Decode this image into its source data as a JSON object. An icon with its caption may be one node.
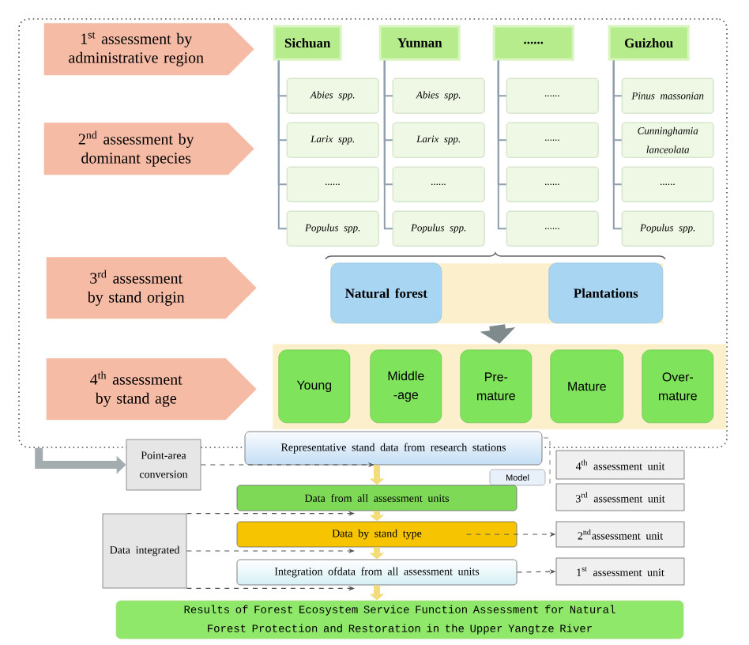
{
  "diagram": {
    "nodes": [
      {
        "text": [],
        "shape": "box"
      },
      {
        "text": [
          "1$^{st}$ assessment by administrative region"
        ],
        "in": 0
      },
      {
        "text": [
          "2$^{nd}$ assessment by dominant species"
        ],
        "in": 0
      },
      {
        "text": [
          "3$^{rd}$ assessment by stand origin"
        ],
        "in": 0
      },
      {
        "text": [
          "4$^{th}$ assessment by stand age"
        ],
        "in": 0
      },
      {
        "text": [
          "Sichuan"
        ],
        "in": 0
      },
      {
        "text": [
          "Yunnan"
        ],
        "in": 0
      },
      {
        "text": [
          "......"
        ],
        "in": 0
      },
      {
        "text": [
          "Guizhou"
        ],
        "in": 0
      },
      {
        "text": [
          "Abies spp."
        ],
        "in": 0
      },
      {
        "text": [
          "Larix spp."
        ],
        "in": 0
      },
      {
        "text": [
          "......"
        ],
        "in": 0
      },
      {
        "text": [
          "Populus spp."
        ],
        "in": 0
      },
      {
        "text": [
          "Abies spp."
        ],
        "in": 0
      },
      {
        "text": [
          "Larix spp."
        ],
        "in": 0
      },
      {
        "text": [
          "......"
        ],
        "in": 0
      },
      {
        "text": [
          "Populus spp."
        ],
        "in": 0
      },
      {
        "text": [
          "......"
        ],
        "in": 0
      },
      {
        "text": [
          "......"
        ],
        "in": 0
      },
      {
        "text": [
          "......"
        ],
        "in": 0
      },
      {
        "text": [
          "......"
        ],
        "in": 0
      },
      {
        "text": [
          "Pinus massonian"
        ],
        "in": 0
      },
      {
        "text": [
          "Cunninghamia lanceolata"
        ],
        "in": 0
      },
      {
        "text": [
          "......"
        ],
        "in": 0
      },
      {
        "text": [
          "Populus spp."
        ],
        "in": 0
      },
      {
        "text": [],
        "shape": "band",
        "in": 0
      },
      {
        "text": [
          "Natural forest"
        ],
        "in": 25
      },
      {
        "text": [
          "Plantations"
        ],
        "in": 25
      },
      {
        "text": [],
        "shape": "band",
        "in": 0
      },
      {
        "text": [
          "Young"
        ],
        "in": 28
      },
      {
        "text": [
          "Middle -age"
        ],
        "in": 28
      },
      {
        "text": [
          "Pre- mature"
        ],
        "in": 28
      },
      {
        "text": [
          "Mature"
        ],
        "in": 28
      },
      {
        "text": [
          "Over- mature"
        ],
        "in": 28
      },
      {
        "text": [
          "Point-area conversion"
        ]
      },
      {
        "text": [
          "Representative stand data from research stations"
        ]
      },
      {
        "text": [
          "Model"
        ]
      },
      {
        "text": [
          "Data from all assessment units"
        ]
      },
      {
        "text": [
          "Data by stand type"
        ]
      },
      {
        "text": [
          "Integration ofdata from all assessment units"
        ]
      },
      {
        "text": [
          "Data integrated"
        ]
      },
      {
        "text": [
          "4$^{th}$ assessment unit"
        ]
      },
      {
        "text": [
          "3$^{rd}$ assessment unit"
        ]
      },
      {
        "text": [
          "2$^{nd}$assessment unit"
        ]
      },
      {
        "text": [
          "1$^{st}$ assessment unit"
        ]
      },
      {
        "text": [
          "Results of Forest Ecosystem Service Function Assessment for Natural Forest Protection and Restoration in the Upper Yangtze River"
        ]
      }
    ],
    "edges": [
      {
        "from": 5,
        "to": 9,
        "arrow": "none"
      },
      {
        "from": 5,
        "to": 10,
        "arrow": "none"
      },
      {
        "from": 5,
        "to": 11,
        "arrow": "none"
      },
      {
        "from": 5,
        "to": 12,
        "arrow": "none"
      },
      {
        "from": 6,
        "to": 13,
        "arrow": "none"
      },
      {
        "from": 6,
        "to": 14,
        "arrow": "none"
      },
      {
        "from": 6,
        "to": 15,
        "arrow": "none"
      },
      {
        "from": 6,
        "to": 16,
        "arrow": "none"
      },
      {
        "from": 7,
        "to": 17,
        "arrow": "none"
      },
      {
        "from": 7,
        "to": 18,
        "arrow": "none"
      },
      {
        "from": 7,
        "to": 19,
        "arrow": "none"
      },
      {
        "from": 7,
        "to": 20,
        "arrow": "none"
      },
      {
        "from": 8,
        "to": 21,
        "arrow": "none"
      },
      {
        "from": 8,
        "to": 22,
        "arrow": "none"
      },
      {
        "from": 8,
        "to": 23,
        "arrow": "none"
      },
      {
        "from": 8,
        "to": 24,
        "arrow": "none"
      },
      {
        "from": 25,
        "to": 28,
        "arrow": "to",
        "style": "thick",
        "color": "#7f8a8c"
      },
      {
        "from": 0,
        "to": 34,
        "arrow": "to",
        "style": "thick",
        "color": "#a3adb0"
      },
      {
        "from": 34,
        "to": 35,
        "arrow": "to",
        "style": "dashed",
        "color": "#555555"
      },
      {
        "from": 35,
        "to": 37,
        "arrow": "to",
        "style": "thick",
        "color": "#f2dc7c"
      },
      {
        "from": 37,
        "to": 38,
        "arrow": "to",
        "style": "thick",
        "color": "#f2dc7c"
      },
      {
        "from": 38,
        "to": 39,
        "arrow": "to",
        "style": "thick",
        "color": "#f2dc7c"
      },
      {
        "from": 39,
        "to": 45,
        "arrow": "to",
        "style": "thick",
        "color": "#f2dc7c"
      },
      {
        "from": 40,
        "to": 37,
        "arrow": "to",
        "style": "dashed",
        "color": "#555555"
      },
      {
        "from": 40,
        "to": 38,
        "arrow": "to",
        "style": "dashed",
        "color": "#555555"
      },
      {
        "from": 40,
        "to": 39,
        "arrow": "to",
        "style": "dashed",
        "color": "#555555"
      },
      {
        "from": 38,
        "to": 43,
        "arrow": "to",
        "style": "dashed",
        "color": "#555555"
      },
      {
        "from": 39,
        "to": 44,
        "arrow": "to",
        "style": "dashed",
        "color": "#555555"
      }
    ]
  }
}
